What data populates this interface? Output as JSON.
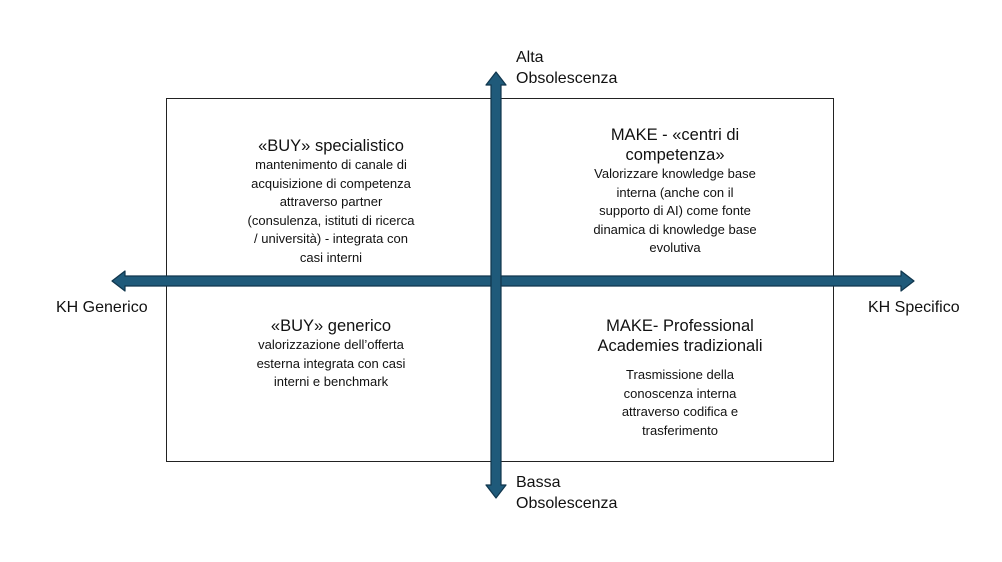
{
  "axes": {
    "left_label": "KH Generico",
    "right_label": "KH Specifico",
    "top_label_line1": "Alta",
    "top_label_line2": "Obsolescenza",
    "bottom_label_line1": "Bassa",
    "bottom_label_line2": "Obsolescenza"
  },
  "colors": {
    "arrow_fill": "#1f5a7a",
    "arrow_stroke": "#10364d",
    "box_border": "#222222"
  },
  "quadrants": {
    "top_left": {
      "title": "«BUY» specialistico",
      "body_lines": [
        "mantenimento di canale di",
        "acquisizione di competenza",
        "attraverso partner",
        "(consulenza, istituti di ricerca",
        "/ università) - integrata con",
        "casi interni"
      ]
    },
    "top_right": {
      "title_lines": [
        "MAKE - «centri di",
        "competenza»"
      ],
      "body_lines": [
        "Valorizzare knowledge base",
        "interna (anche con il",
        "supporto di AI) come fonte",
        "dinamica di knowledge base",
        "evolutiva"
      ]
    },
    "bottom_left": {
      "title": "«BUY» generico",
      "body_lines": [
        "valorizzazione dell’offerta",
        "esterna integrata con casi",
        "interni e benchmark"
      ]
    },
    "bottom_right": {
      "title_lines": [
        "MAKE- Professional",
        "Academies tradizionali"
      ],
      "body_lines": [
        "Trasmissione della",
        "conoscenza interna",
        "attraverso codifica e",
        "trasferimento"
      ]
    }
  }
}
